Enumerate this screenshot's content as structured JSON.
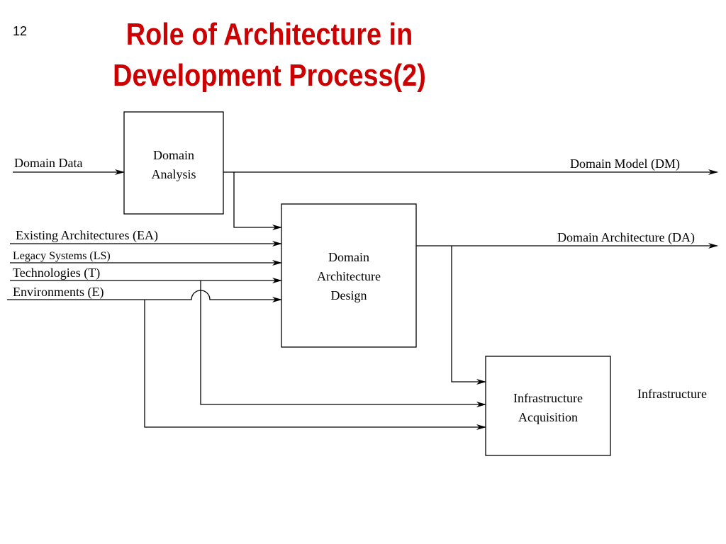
{
  "slide": {
    "number": "12",
    "title_line1": "Role of Architecture in",
    "title_line2": "Development Process(2)",
    "title_color": "#cc0000"
  },
  "diagram": {
    "boxes": {
      "domain_analysis": {
        "line1": "Domain",
        "line2": "Analysis"
      },
      "domain_architecture_design": {
        "line1": "Domain",
        "line2": "Architecture",
        "line3": "Design"
      },
      "infrastructure_acquisition": {
        "line1": "Infrastructure",
        "line2": "Acquisition"
      }
    },
    "inputs": {
      "domain_data": "Domain Data",
      "existing_architectures": "Existing Architectures (EA)",
      "legacy_systems": "Legacy Systems (LS)",
      "technologies": "Technologies (T)",
      "environments": "Environments (E)"
    },
    "outputs": {
      "domain_model": "Domain Model (DM)",
      "domain_architecture": "Domain Architecture (DA)",
      "infrastructure": "Infrastructure"
    },
    "line_color": "#000000"
  }
}
